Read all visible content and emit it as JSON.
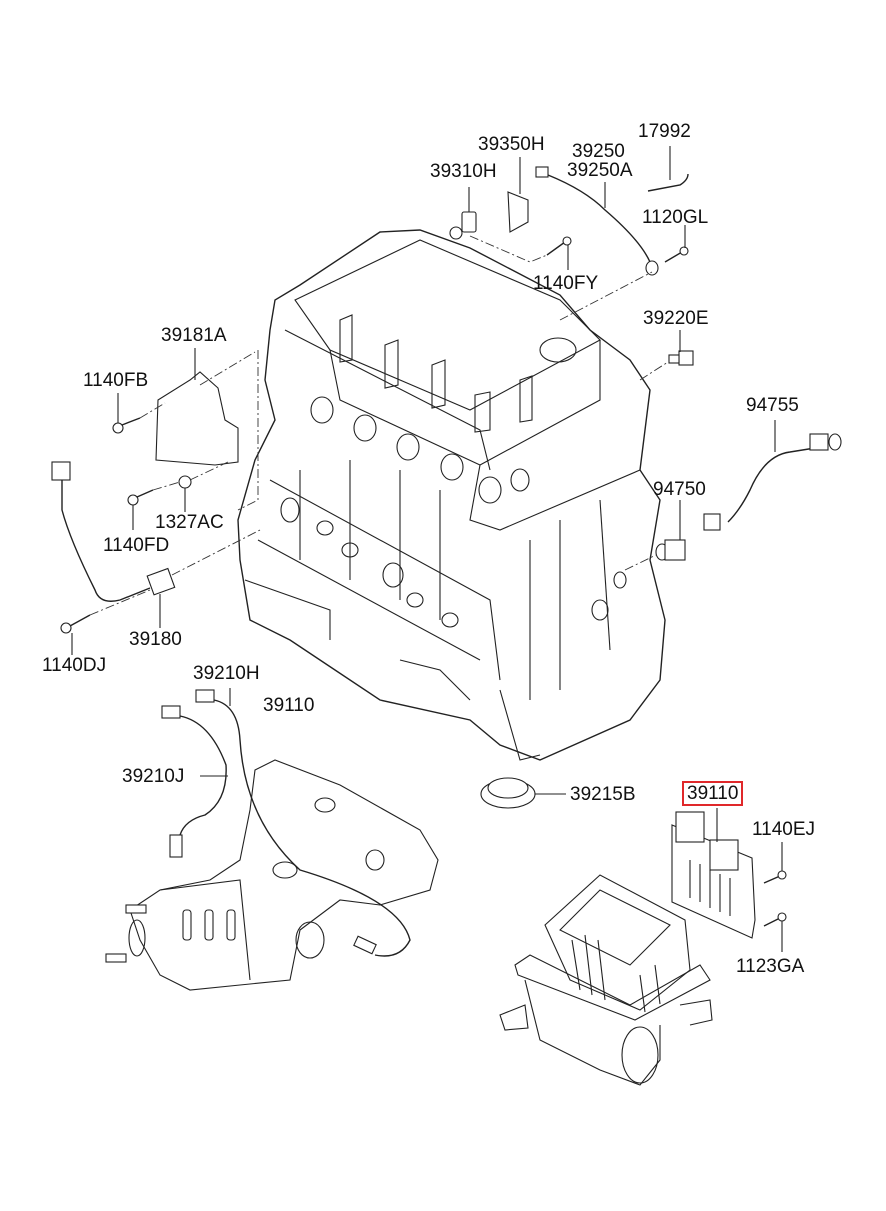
{
  "diagram": {
    "type": "exploded parts diagram",
    "subject": "engine sensors and control module",
    "highlighted_part": "39110",
    "highlight_color": "#e0282a",
    "labels": {
      "p17992": "17992",
      "p39350H": "39350H",
      "p39250": "39250",
      "p39250A": "39250A",
      "p39310H": "39310H",
      "p1120GL": "1120GL",
      "p1140FY": "1140FY",
      "p39220E": "39220E",
      "p39181A": "39181A",
      "p1140FB": "1140FB",
      "p94755": "94755",
      "p94750": "94750",
      "p1327AC": "1327AC",
      "p1140FD": "1140FD",
      "p39180": "39180",
      "p1140DJ": "1140DJ",
      "p39210H": "39210H",
      "p39110_engine": "39110",
      "p39210J": "39210J",
      "p39215B": "39215B",
      "p39110_ecu": "39110",
      "p1140EJ": "1140EJ",
      "p1123GA": "1123GA"
    }
  }
}
